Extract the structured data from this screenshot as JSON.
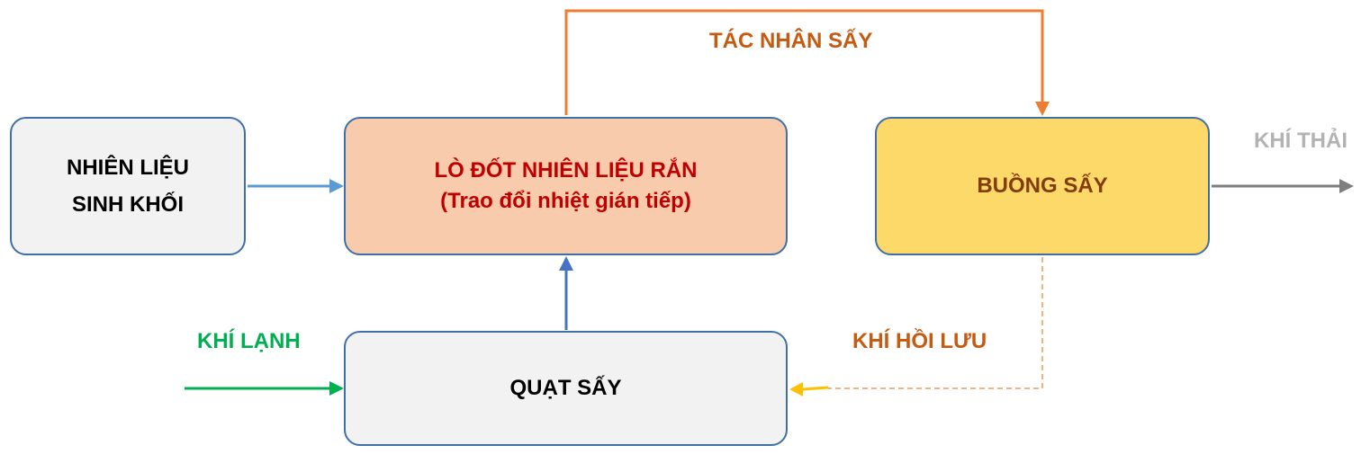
{
  "nodes": {
    "fuel": {
      "line1": "NHIÊN LIỆU",
      "line2": "SINH KHỐI"
    },
    "furnace": {
      "line1": "LÒ ĐỐT NHIÊN LIỆU RẮN",
      "line2": "(Trao đổi nhiệt gián tiếp)"
    },
    "chamber": {
      "label": "BUỒNG SẤY"
    },
    "fan": {
      "label": "QUẠT SẤY"
    }
  },
  "edges": {
    "drying_agent": "TÁC NHÂN SẤY",
    "exhaust": "KHÍ THẢI",
    "cold_air": "KHÍ LẠNH",
    "recirculated_air": "KHÍ HỒI LƯU"
  },
  "colors": {
    "box_border": "#3f6fa6",
    "fuel_fill": "#f2f2f2",
    "furnace_fill": "#f8cbad",
    "furnace_text": "#c00000",
    "chamber_fill": "#fcd969",
    "chamber_text": "#843c0c",
    "drying_agent_arrow": "#ed7d31",
    "exhaust_arrow": "#7f7f7f",
    "cold_air_arrow": "#00b050",
    "return_arrow": "#ffc000",
    "return_line": "#f4b183",
    "fuel_arrow": "#5b9bd5",
    "fan_arrow": "#4472c4"
  }
}
